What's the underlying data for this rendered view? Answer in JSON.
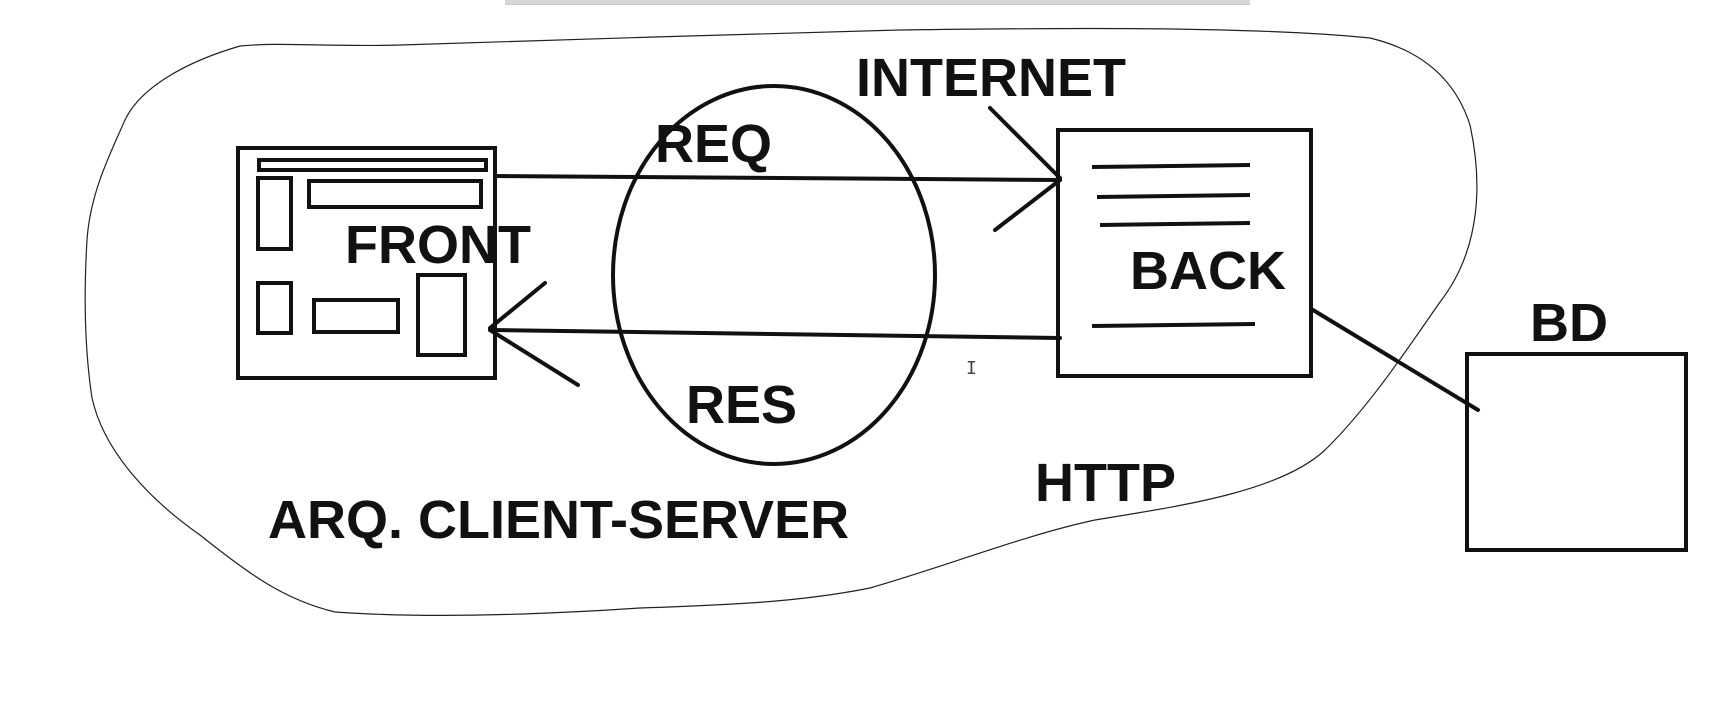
{
  "diagram": {
    "labels": {
      "internet": "INTERNET",
      "req": "REQ",
      "front": "FRONT",
      "back": "BACK",
      "bd": "BD",
      "res": "RES",
      "http": "HTTP",
      "architecture": "ARQ. CLIENT-SERVER"
    },
    "colors": {
      "ink": "#111111",
      "cloud_outline": "#222222",
      "background": "#ffffff"
    },
    "cursor_glyph": "I"
  }
}
